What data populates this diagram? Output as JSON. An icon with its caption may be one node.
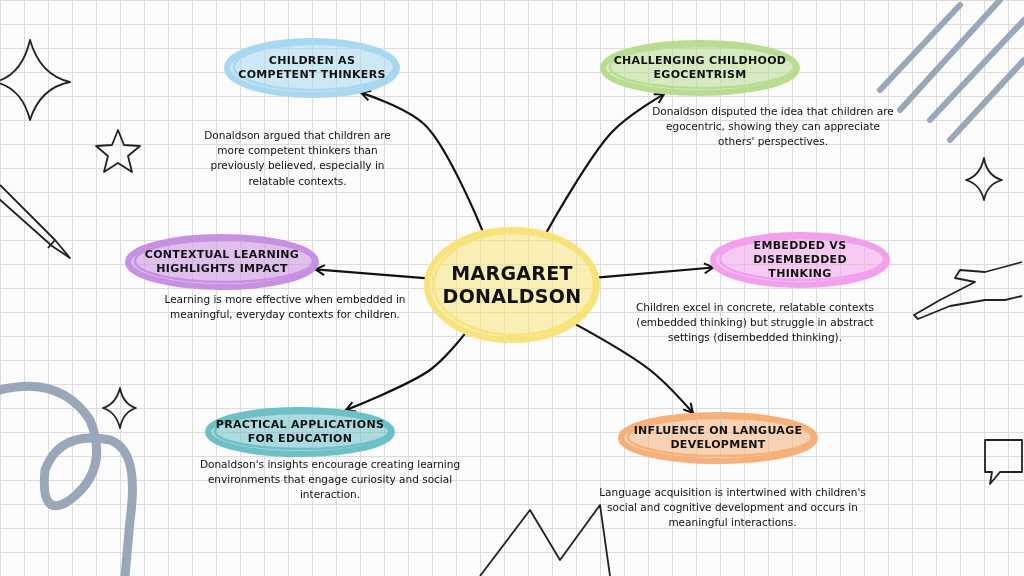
{
  "diagram": {
    "nodes": [
      {
        "text": [
          "MARGARET DONALDSON"
        ]
      },
      {
        "text": [
          "CHILDREN AS COMPETENT THINKERS"
        ],
        "beside": [
          "Donaldson argued that children are more competent thinkers than previously believed, especially in relatable contexts."
        ]
      },
      {
        "text": [
          "CHALLENGING CHILDHOOD EGOCENTRISM"
        ],
        "beside": [
          "Donaldson disputed the idea that children are egocentric, showing they can appreciate others' perspectives."
        ]
      },
      {
        "text": [
          "CONTEXTUAL LEARNING HIGHLIGHTS IMPACT"
        ],
        "beside": [
          "Learning is more effective when embedded in meaningful, everyday contexts for children."
        ]
      },
      {
        "text": [
          "EMBEDDED VS DISEMBEDDED THINKING"
        ],
        "beside": [
          "Children excel in concrete, relatable contexts (embedded thinking) but struggle in abstract settings (disembedded thinking)."
        ]
      },
      {
        "text": [
          "PRACTICAL APPLICATIONS FOR EDUCATION"
        ],
        "beside": [
          "Donaldson's insights encourage creating learning environments that engage curiosity and social interaction."
        ]
      },
      {
        "text": [
          "INFLUENCE ON LANGUAGE DEVELOPMENT"
        ],
        "beside": [
          "Language acquisition is intertwined with children's social and cognitive development and occurs in meaningful interactions."
        ]
      }
    ],
    "edges": [
      {
        "from": 0,
        "to": 1,
        "arrow": "to"
      },
      {
        "from": 0,
        "to": 2,
        "arrow": "to"
      },
      {
        "from": 0,
        "to": 3,
        "arrow": "to"
      },
      {
        "from": 0,
        "to": 4,
        "arrow": "to"
      },
      {
        "from": 0,
        "to": 5,
        "arrow": "to"
      },
      {
        "from": 0,
        "to": 6,
        "arrow": "to"
      }
    ]
  }
}
